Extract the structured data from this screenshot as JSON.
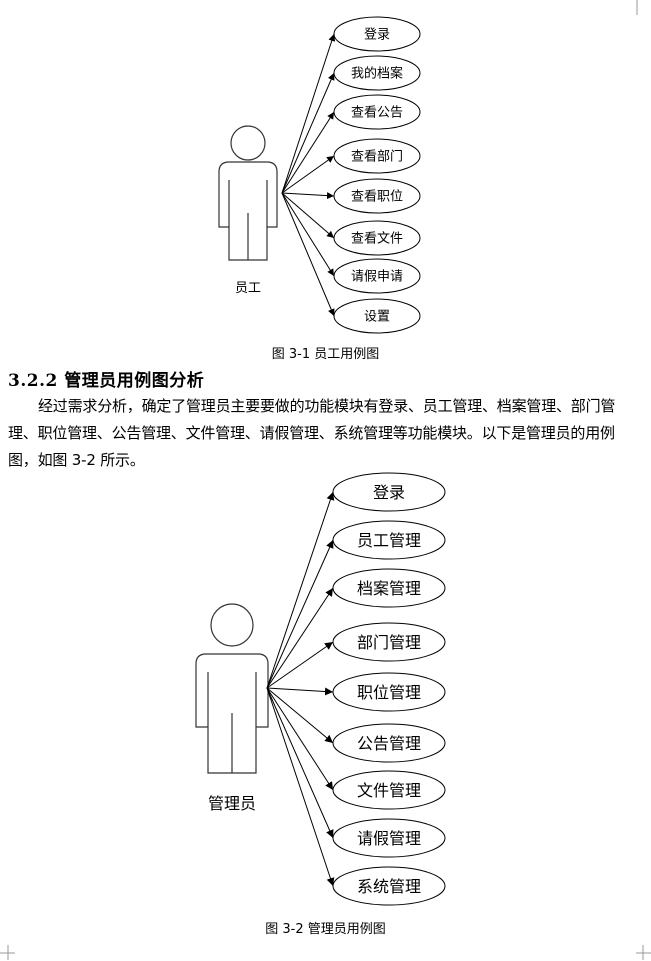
{
  "figure1": {
    "actor": "员工",
    "use_cases": [
      "登录",
      "我的档案",
      "查看公告",
      "查看部门",
      "查看职位",
      "查看文件",
      "请假申请",
      "设置"
    ],
    "caption": "图 3-1  员工用例图"
  },
  "section": {
    "heading": "3.2.2 管理员用例图分析",
    "paragraph": "经过需求分析，确定了管理员主要要做的功能模块有登录、员工管理、档案管理、部门管理、职位管理、公告管理、文件管理、请假管理、系统管理等功能模块。以下是管理员的用例图，如图 3-2 所示。"
  },
  "figure2": {
    "actor": "管理员",
    "use_cases": [
      "登录",
      "员工管理",
      "档案管理",
      "部门管理",
      "职位管理",
      "公告管理",
      "文件管理",
      "请假管理",
      "系统管理"
    ],
    "caption": "图 3-2  管理员用例图"
  }
}
